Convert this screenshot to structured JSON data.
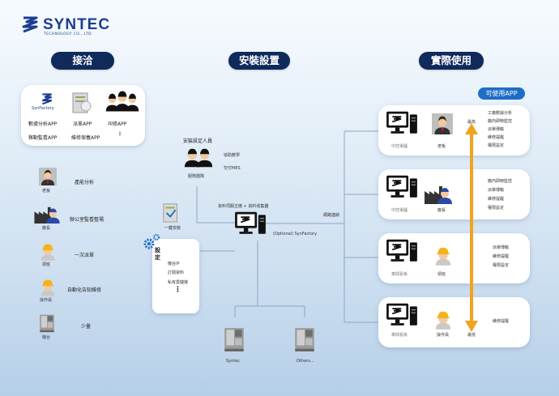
{
  "logo": {
    "name": "SYNTEC",
    "sub": "TECHNOLOGY CO., LTD."
  },
  "sections": {
    "left": "接洽",
    "middle": "安裝設置",
    "right": "實際使用"
  },
  "apps_card": {
    "synfactory": "SynFactory",
    "apps": [
      "數據分析APP",
      "派單APP",
      "叫修APP",
      "稼動監看APP",
      "維修保養APP",
      "⋮"
    ]
  },
  "roles": [
    {
      "role": "老板",
      "desc": "產能分析"
    },
    {
      "role": "廠長",
      "desc": "辦公室監看整場"
    },
    {
      "role": "領班",
      "desc": "一次派單"
    },
    {
      "role": "操作員",
      "desc": "自動化告知維修"
    },
    {
      "role": "機台",
      "desc": "少量"
    }
  ],
  "install": {
    "staff_title": "安裝設定人員",
    "tasks": [
      "協助教學",
      "交付MES"
    ],
    "team": "服務團隊",
    "one_click": "一鍵安裝",
    "settings_title": "設定",
    "settings_items": [
      "機台IP",
      "訂閱資料",
      "私有雲鏈接",
      "⋮"
    ],
    "server_label": "資料伺服主機 + 資料收集器",
    "server_caption": "(Optional) SynFactory",
    "network": "網路連線",
    "machines": [
      "Syntec",
      "Others..."
    ]
  },
  "usage": {
    "app_badge": "可使用APP",
    "rows": [
      {
        "device": "中控電腦",
        "role": "老板",
        "apps": [
          "工廠數據分析",
          "廠內即時監控",
          "派單傳輸",
          "維修提醒",
          "權限設定"
        ]
      },
      {
        "device": "中控電腦",
        "role": "廠長",
        "apps": [
          "廠內即時監控",
          "派單傳輸",
          "維修提醒",
          "權限設定"
        ]
      },
      {
        "device": "車間看板",
        "role": "領班",
        "apps": [
          "派單傳輸",
          "維修提醒",
          "權限設定"
        ]
      },
      {
        "device": "車間看板",
        "role": "操作員",
        "apps": [
          "維修提醒"
        ]
      }
    ],
    "arrow_top": "最高",
    "arrow_bottom": "最低"
  },
  "colors": {
    "navy": "#0f2a5b",
    "brand_blue": "#1d3d8f",
    "app_blue": "#1e6dc6",
    "arrow_orange": "#f2a21d",
    "line": "#8aa6c4"
  }
}
